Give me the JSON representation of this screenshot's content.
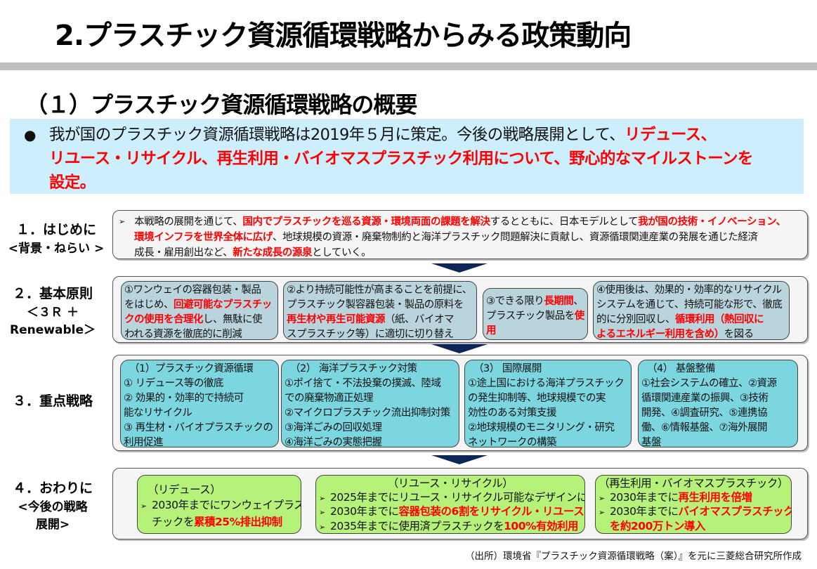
{
  "header": {
    "title": "2.プラスチック資源循環戦略からみる政策動向"
  },
  "section": {
    "title": "（１）プラスチック資源循環戦略の概要"
  },
  "summary": {
    "bullet": "●",
    "line1_normal": "我が国のプラスチック資源循環戦略は2019年５月に策定。今後の戦略展開として、",
    "line1_red": "リデュース、",
    "line2_red": "リユース・リサイクル、再生利用・バイオマスプラスチック利用について、野心的なマイルストーンを",
    "line3_red": "設定。"
  },
  "rows": {
    "intro": {
      "label_main": "１．はじめに",
      "label_sub": "<背景・ねらい >",
      "bullet": "➢",
      "l1a": "本戦略の展開を通じて、",
      "l1b": "国内でプラスチックを巡る資源・環境両面の課題を解決",
      "l1c": "するとともに、日本モデルとして",
      "l1d": "我が国の技術・イノベーション、",
      "l2a": "環境インフラを世界全体に広げ",
      "l2b": "、地球規模の資源・廃棄物制約と海洋プラスチック問題解決に貢献し、資源循環関連産業の発展を通じた経済",
      "l3a": "成長・雇用創出など、",
      "l3b": "新たな成長の源泉",
      "l3c": "としていく。"
    },
    "principles": {
      "label_main": "２．基本原則",
      "label_sub1": "＜３Ｒ ＋",
      "label_sub2": "Renewable＞",
      "p1": {
        "l1": "①ワンウェイの容器包装・製品",
        "l2a": "をはじめ、",
        "l2b": "回避可能なプラスチッ",
        "l3a": "クの使用を合理化",
        "l3b": "し、無駄に使",
        "l4": "われる資源を徹底的に削減"
      },
      "p2": {
        "l1": "②より持続可能性が高まることを前提に、",
        "l2": "プラスチック製容器包装・製品の原料を",
        "l3a": "再生材や再生可能資源",
        "l3b": "（紙、バイオマ",
        "l4": "スプラスチック等）に適切に切り替え"
      },
      "p3": {
        "l1a": "③できる限り",
        "l1b": "長期間",
        "l1c": "、",
        "l2a": "プラスチック製品を",
        "l2b": "使",
        "l3": "用"
      },
      "p4": {
        "l1": "④使用後は、効果的・効率的なリサイクル",
        "l2": "システムを通じて、持続可能な形で、徹底",
        "l3a": "的に分別回収し、",
        "l3b": "循環利用（熱回収に",
        "l4a": "よるエネルギー利用を含め）",
        "l4b": "を図る"
      }
    },
    "strategies": {
      "label_main": "３．重点戦略",
      "s1": {
        "head": "（1）プラスチック資源循環",
        "items": [
          "① リデュース等の徹底",
          "② 効果的・効率的で持続可",
          "能なリサイクル",
          "③ 再生材・バイオプラスチックの",
          "利用促進"
        ]
      },
      "s2": {
        "head": "（2） 海洋プラスチック対策",
        "items": [
          "①ポイ捨て・不法投棄の撲滅、陸域",
          "での廃棄物適正処理",
          "②マイクロプラスチック流出抑制対策",
          "③海洋ごみの回収処理",
          "④海洋ごみの実態把握"
        ]
      },
      "s3": {
        "head": "（3） 国際展開",
        "items": [
          "①途上国における海洋プラスチック",
          "の発生抑制等、地球規模での実",
          "効性のある対策支援",
          "②地球規模のモニタリング・研究",
          "ネットワークの構築"
        ]
      },
      "s4": {
        "head": "（4） 基盤整備",
        "items": [
          "①社会システムの確立、②資源",
          "循環関連産業の振興、③技術",
          "開発、④調査研究、⑤連携協",
          "働、⑥情報基盤、⑦海外展開",
          "基盤"
        ]
      }
    },
    "closing": {
      "label_main": "４．おわりに",
      "label_sub1": "<今後の戦略",
      "label_sub2": "展開>",
      "bullet": "➢",
      "g1": {
        "head": "（リデュース）",
        "l1": "2030年までにワンウェイプラス",
        "l2a": "チックを",
        "l2b": "累積25%排出抑制"
      },
      "g2": {
        "head": "（リユース・リサイクル）",
        "l1": "2025年までにリユース・リサイクル可能なデザインに",
        "l2a": "2030年までに",
        "l2b": "容器包装の6割をリサイクル・リユース",
        "l3a": "2035年までに使用済プラスチックを",
        "l3b": "100%有効利用"
      },
      "g3": {
        "head": "（再生利用・バイオマスプラスチック）",
        "l1a": "2030年までに",
        "l1b": "再生利用を倍増",
        "l2a": "2030年までに",
        "l2b": "バイオマスプラスチック",
        "l3": "を約200万トン導入"
      }
    }
  },
  "footer": {
    "source": "（出所）環境省『プラスチック資源循環戦略（案）』を元に三菱総合研究所作成"
  },
  "colors": {
    "accent_red": "#ff0000",
    "summary_bg": "#cdeefc",
    "arrow": "#0e2557",
    "principle_box": "#b9d4dc",
    "strategy_box": "#7cd6e0",
    "milestone_box": "#b6f27a"
  }
}
